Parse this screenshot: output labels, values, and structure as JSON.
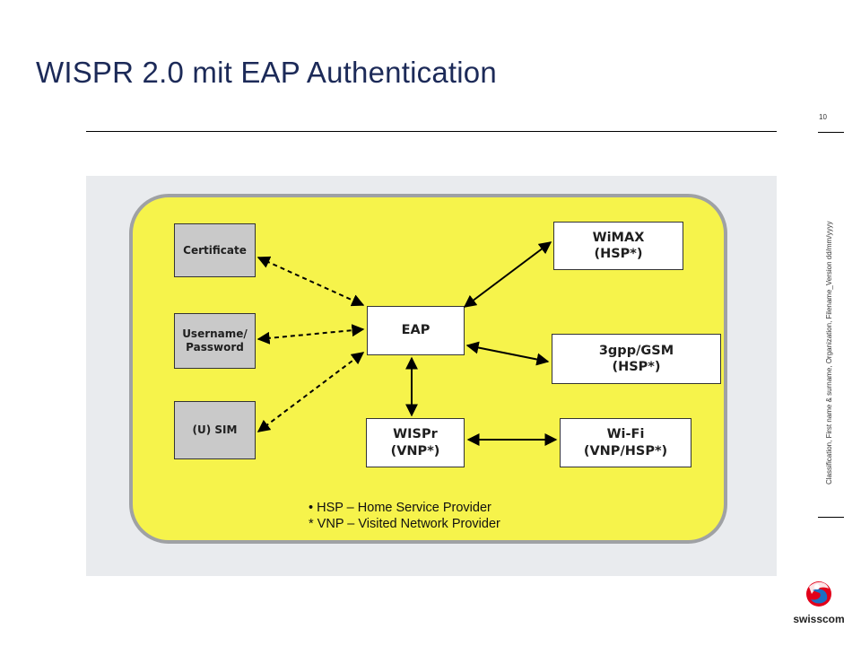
{
  "slide": {
    "title": "WISPR 2.0 mit EAP Authentication",
    "page_number": "10",
    "side_caption": "Classification, First name & surname, Organization, Filename_Version    dd/mm/yyyy"
  },
  "diagram": {
    "nodes": {
      "certificate": "Certificate",
      "username_password": "Username/\nPassword",
      "usim": "(U) SIM",
      "eap": "EAP",
      "wimax": "WiMAX\n(HSP*)",
      "gsm": "3gpp/GSM\n(HSP*)",
      "wispr": "WISPr\n(VNP*)",
      "wifi": "Wi-Fi\n(VNP/HSP*)"
    },
    "legend": {
      "line1": "• HSP – Home Service Provider",
      "line2": "* VNP – Visited Network Provider"
    }
  },
  "brand": {
    "name": "swisscom",
    "color_primary": "#1c2a58",
    "color_panel": "#f6f34b",
    "color_logo_red": "#e2001a",
    "color_logo_blue": "#1a6fc4"
  }
}
